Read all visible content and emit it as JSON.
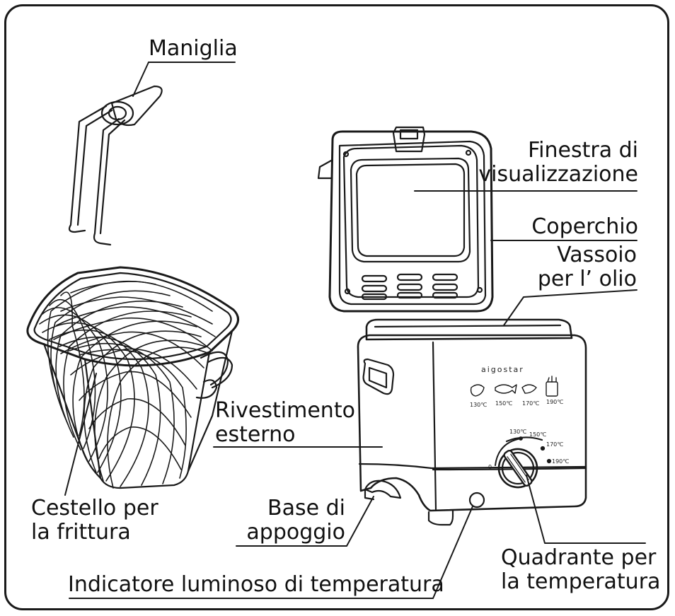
{
  "labels": {
    "handle": "Maniglia",
    "window_line1": "Finestra di",
    "window_line2": "visualizzazione",
    "lid": "Coperchio",
    "oil_tray_line1": "Vassoio",
    "oil_tray_line2": "per l’ olio",
    "outer_casing_line1": "Rivestimento",
    "outer_casing_line2": "esterno",
    "basket_line1": "Cestello per",
    "basket_line2": "la frittura",
    "base_line1": "Base di",
    "base_line2": "appoggio",
    "indicator": "Indicatore luminoso di temperatura",
    "dial_line1": "Quadrante per",
    "dial_line2": "la temperatura"
  },
  "appliance": {
    "brand": "aigostar",
    "icon_temps": [
      "130℃",
      "150℃",
      "170℃",
      "190℃"
    ],
    "dial_marks": [
      "0",
      "130℃",
      "150℃",
      "170℃",
      "190℃"
    ]
  }
}
